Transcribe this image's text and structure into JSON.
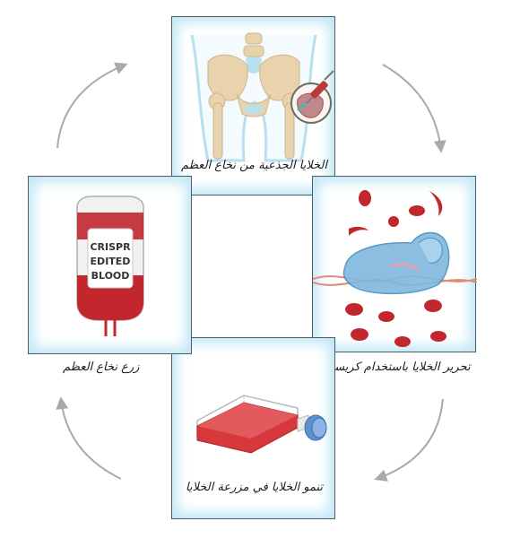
{
  "steps": {
    "harvest": {
      "label": "الخلايا الجذعية من نخاع العظم"
    },
    "edit": {
      "label": "تحرير الخلايا باستخدام كريسبر"
    },
    "culture": {
      "label": "تنمو الخلايا في مزرعة الخلايا"
    },
    "transplant": {
      "label": "زرع نخاع العظم"
    }
  },
  "blood_bag": {
    "line1": "CRISPR",
    "line2": "EDITED",
    "line3": "BLOOD"
  },
  "colors": {
    "panel_glow": "#bfe6f5",
    "panel_border": "#4b5e68",
    "bone": "#e8d3ad",
    "blood_red": "#c1272d",
    "cas9_blue": "#7fb8dd",
    "arrow_gray": "#a9a9a9"
  }
}
